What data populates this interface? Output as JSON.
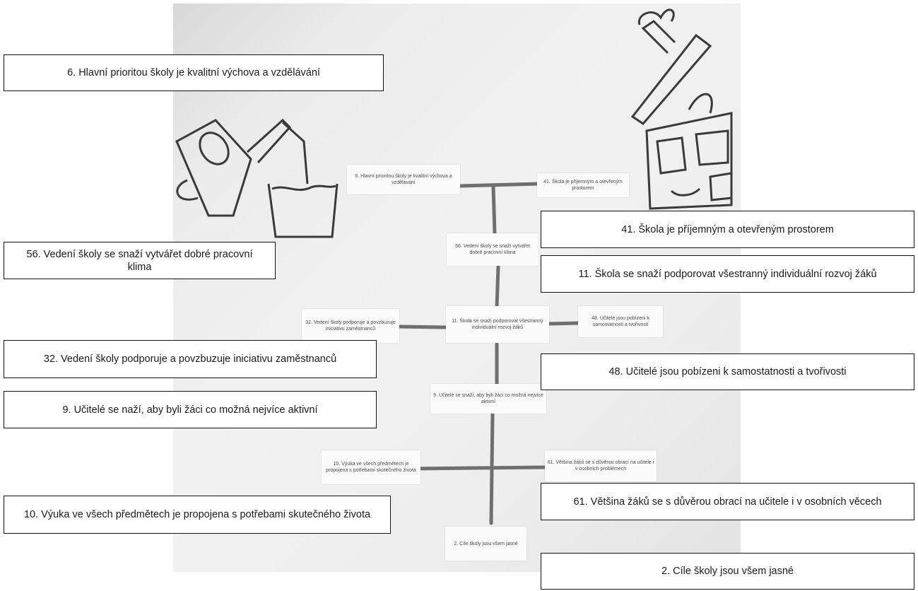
{
  "photo_notes": {
    "n6": "6. Hlavní prioritou školy je kvalitní výchova a vzdělávání",
    "n41": "41. Škola je příjemným a otevřeným prostorem",
    "n56": "56. Vedení školy se snaží vytvářet dobré pracovní klima",
    "n32": "32. Vedení školy podporuje a povzbuzuje iniciativu zaměstnanců",
    "n11": "11. Škola se snaží podporovat všestranný individuální rozvoj žáků",
    "n48": "48. Učitelé jsou pobízeni k samostatnosti a tvořivosti",
    "n9": "9. Učitelé se snaží, aby byli žáci co možná nejvíce aktivní",
    "n10": "10. Výuka ve všech předmětech je propojena s potřebami skutečného života",
    "n61": "61. Většina žáků se s důvěrou obrací na učitele i v osobních problémech",
    "n2": "2. Cíle školy jsou všem jasné"
  },
  "callouts": {
    "c6": "6. Hlavní prioritou školy je kvalitní výchova a vzdělávání",
    "c41": "41. Škola je příjemným a otevřeným prostorem",
    "c56": "56. Vedení školy se snaží vytvářet dobré pracovní klima",
    "c11": "11. Škola se snaží podporovat všestranný individuální rozvoj žáků",
    "c32": "32. Vedení školy podporuje a povzbuzuje iniciativu zaměstnanců",
    "c48": "48. Učitelé jsou pobízeni k samostatnosti a tvořivosti",
    "c9": "9. Učitelé se naží, aby byli žáci co možná nejvíce aktivní",
    "c61": "61. Většina žáků se s důvěrou obrací na učitele i v osobních věcech",
    "c10": "10. Výuka ve všech předmětech je propojena s potřebami skutečného života",
    "c2": "2. Cíle školy jsou všem jasné"
  },
  "drawings": [
    "watering-can-illustration",
    "pot-illustration",
    "house-illustration"
  ],
  "colors": {
    "marker": "#6a6a6a",
    "ink": "#3a3a3a",
    "border": "#111111"
  }
}
